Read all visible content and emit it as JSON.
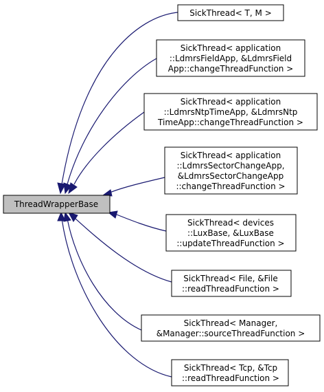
{
  "base_class": {
    "label": "ThreadWrapperBase"
  },
  "derived_classes": [
    {
      "id": "sick-thread-t-m",
      "lines": [
        "SickThread< T, M >"
      ]
    },
    {
      "id": "sick-thread-ldmrs-field-app",
      "lines": [
        "SickThread< application",
        "::LdmrsFieldApp, &LdmrsField",
        "App::changeThreadFunction >"
      ]
    },
    {
      "id": "sick-thread-ldmrs-ntp-time-app",
      "lines": [
        "SickThread< application",
        "::LdmrsNtpTimeApp, &LdmrsNtp",
        "TimeApp::changeThreadFunction >"
      ]
    },
    {
      "id": "sick-thread-ldmrs-sector-change-app",
      "lines": [
        "SickThread< application",
        "::LdmrsSectorChangeApp,",
        "&LdmrsSectorChangeApp",
        "::changeThreadFunction >"
      ]
    },
    {
      "id": "sick-thread-lux-base",
      "lines": [
        "SickThread< devices",
        "::LuxBase, &LuxBase",
        "::updateThreadFunction >"
      ]
    },
    {
      "id": "sick-thread-file",
      "lines": [
        "SickThread< File, &File",
        "::readThreadFunction >"
      ]
    },
    {
      "id": "sick-thread-manager",
      "lines": [
        "SickThread< Manager,",
        "&Manager::sourceThreadFunction >"
      ]
    },
    {
      "id": "sick-thread-tcp",
      "lines": [
        "SickThread< Tcp, &Tcp",
        "::readThreadFunction >"
      ]
    }
  ],
  "colors": {
    "edge": "#191970",
    "base_fill": "#bfbfbf",
    "node_fill": "#ffffff",
    "border": "#000000"
  }
}
